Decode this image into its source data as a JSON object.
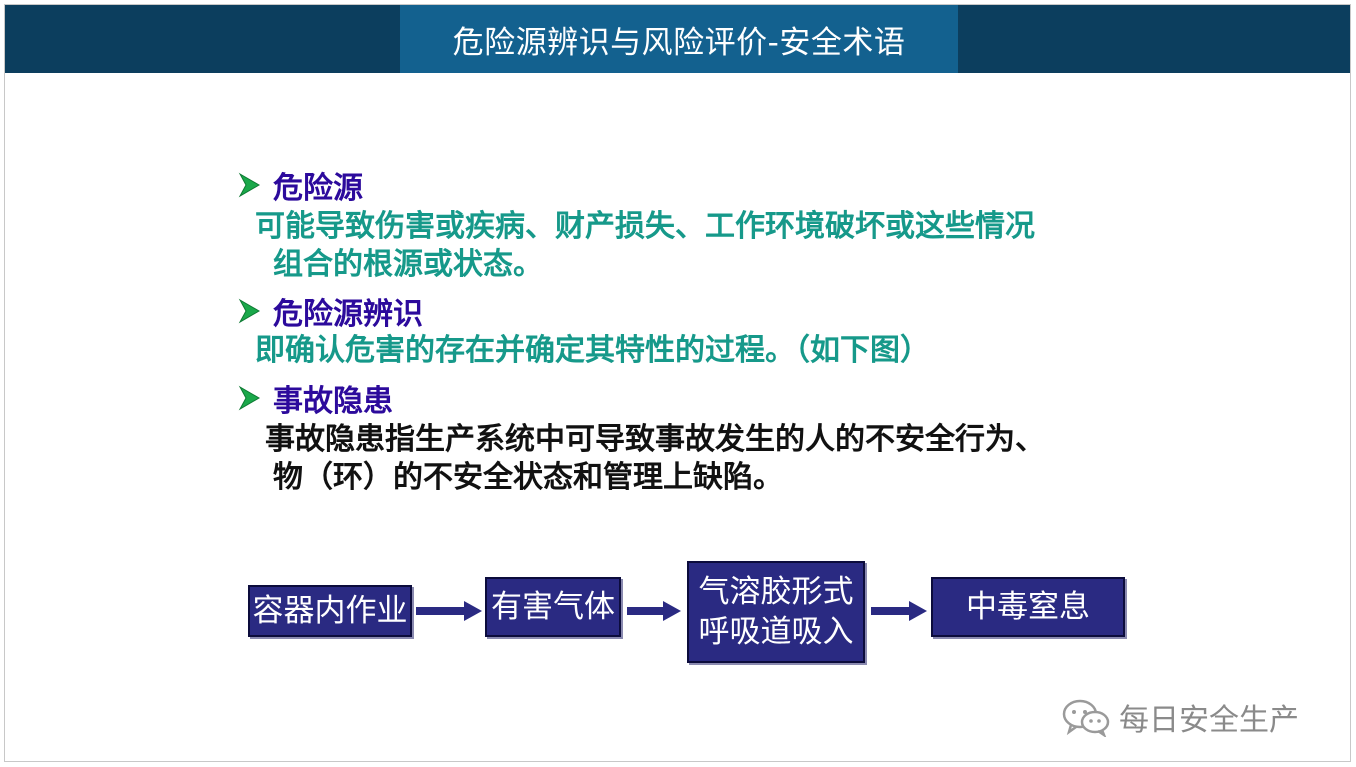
{
  "header": {
    "title": "危险源辨识与风险评价-安全术语"
  },
  "sections": [
    {
      "heading": "危险源",
      "lines": [
        "可能导致伤害或疾病、财产损失、工作环境破坏或这些情况",
        "组合的根源或状态。"
      ]
    },
    {
      "heading": "危险源辨识",
      "lines": [
        "即确认危害的存在并确定其特性的过程。（如下图）"
      ]
    },
    {
      "heading": "事故隐患",
      "lines": [
        "事故隐患指生产系统中可导致事故发生的人的不安全行为、",
        "物（环）的不安全状态和管理上缺陷。"
      ]
    }
  ],
  "flow": [
    {
      "label": "容器内作业"
    },
    {
      "label": "有害气体"
    },
    {
      "line1": "气溶胶形式",
      "line2": "呼吸道吸入"
    },
    {
      "label": "中毒窒息"
    }
  ],
  "watermark": {
    "text": "每日安全生产"
  },
  "colors": {
    "header_dark": "#0c3e5e",
    "header_light": "#13618f",
    "heading": "#2c0a9c",
    "teal_text": "#16998a",
    "box_fill": "#2a2a82",
    "bullet_arrow": "#1aa84a"
  }
}
